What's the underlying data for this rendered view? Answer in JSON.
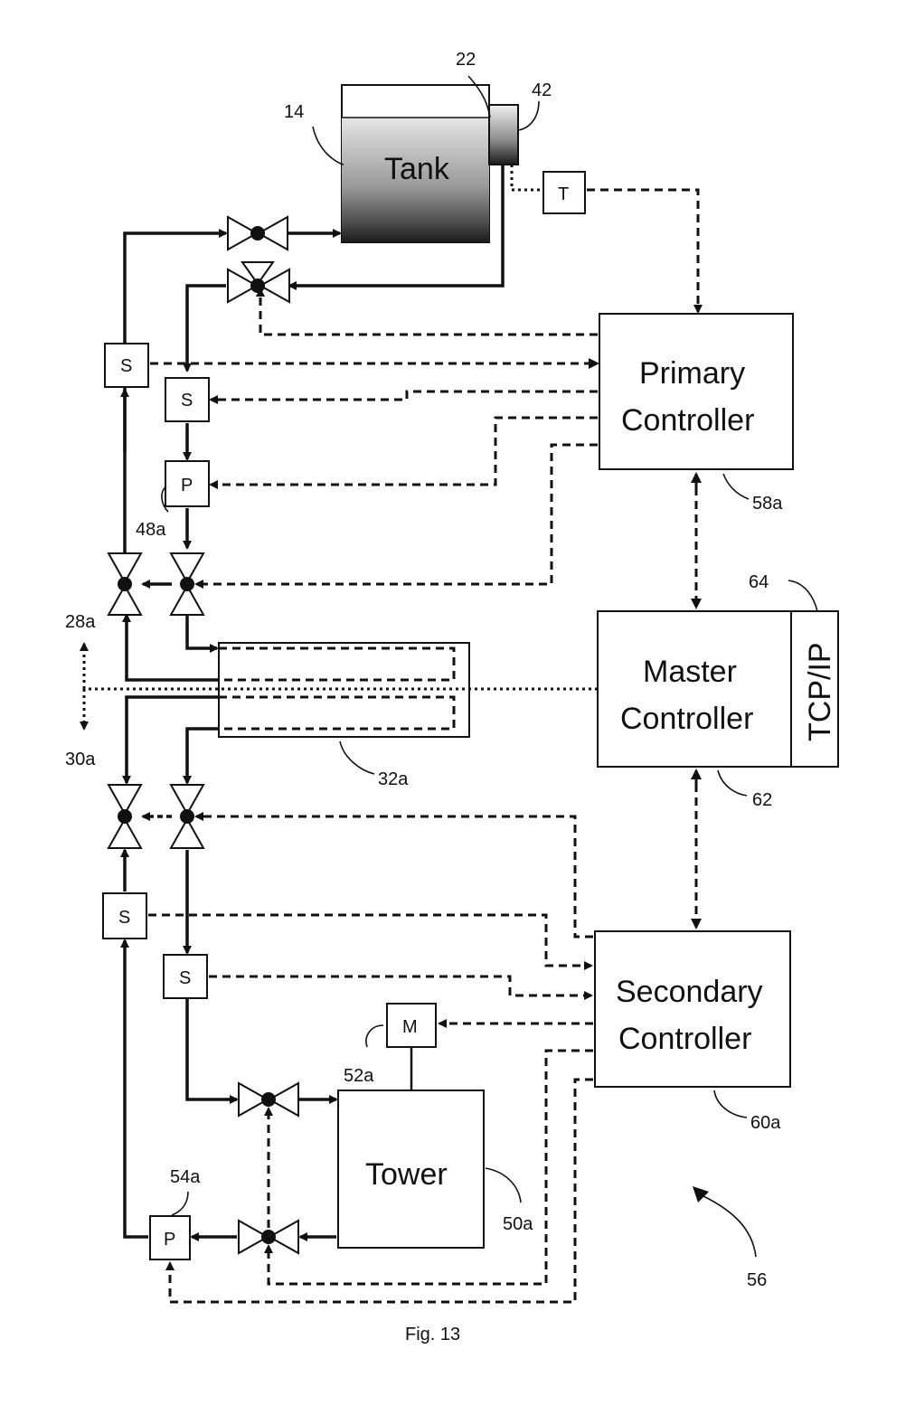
{
  "labels": {
    "tank": "Tank",
    "tower": "Tower",
    "primary_line1": "Primary",
    "primary_line2": "Controller",
    "master_line1": "Master",
    "master_line2": "Controller",
    "tcpip": "TCP/IP",
    "secondary_line1": "Secondary",
    "secondary_line2": "Controller",
    "sensor_t": "T",
    "sensor_s": "S",
    "pump_p": "P",
    "motor_m": "M"
  },
  "refs": {
    "r14": "14",
    "r22": "22",
    "r42": "42",
    "r58a": "58a",
    "r64": "64",
    "r62": "62",
    "r48a": "48a",
    "r28a": "28a",
    "r30a": "30a",
    "r32a": "32a",
    "r52a": "52a",
    "r60a": "60a",
    "r54a": "54a",
    "r50a": "50a",
    "r56": "56"
  },
  "caption": "Fig. 13"
}
